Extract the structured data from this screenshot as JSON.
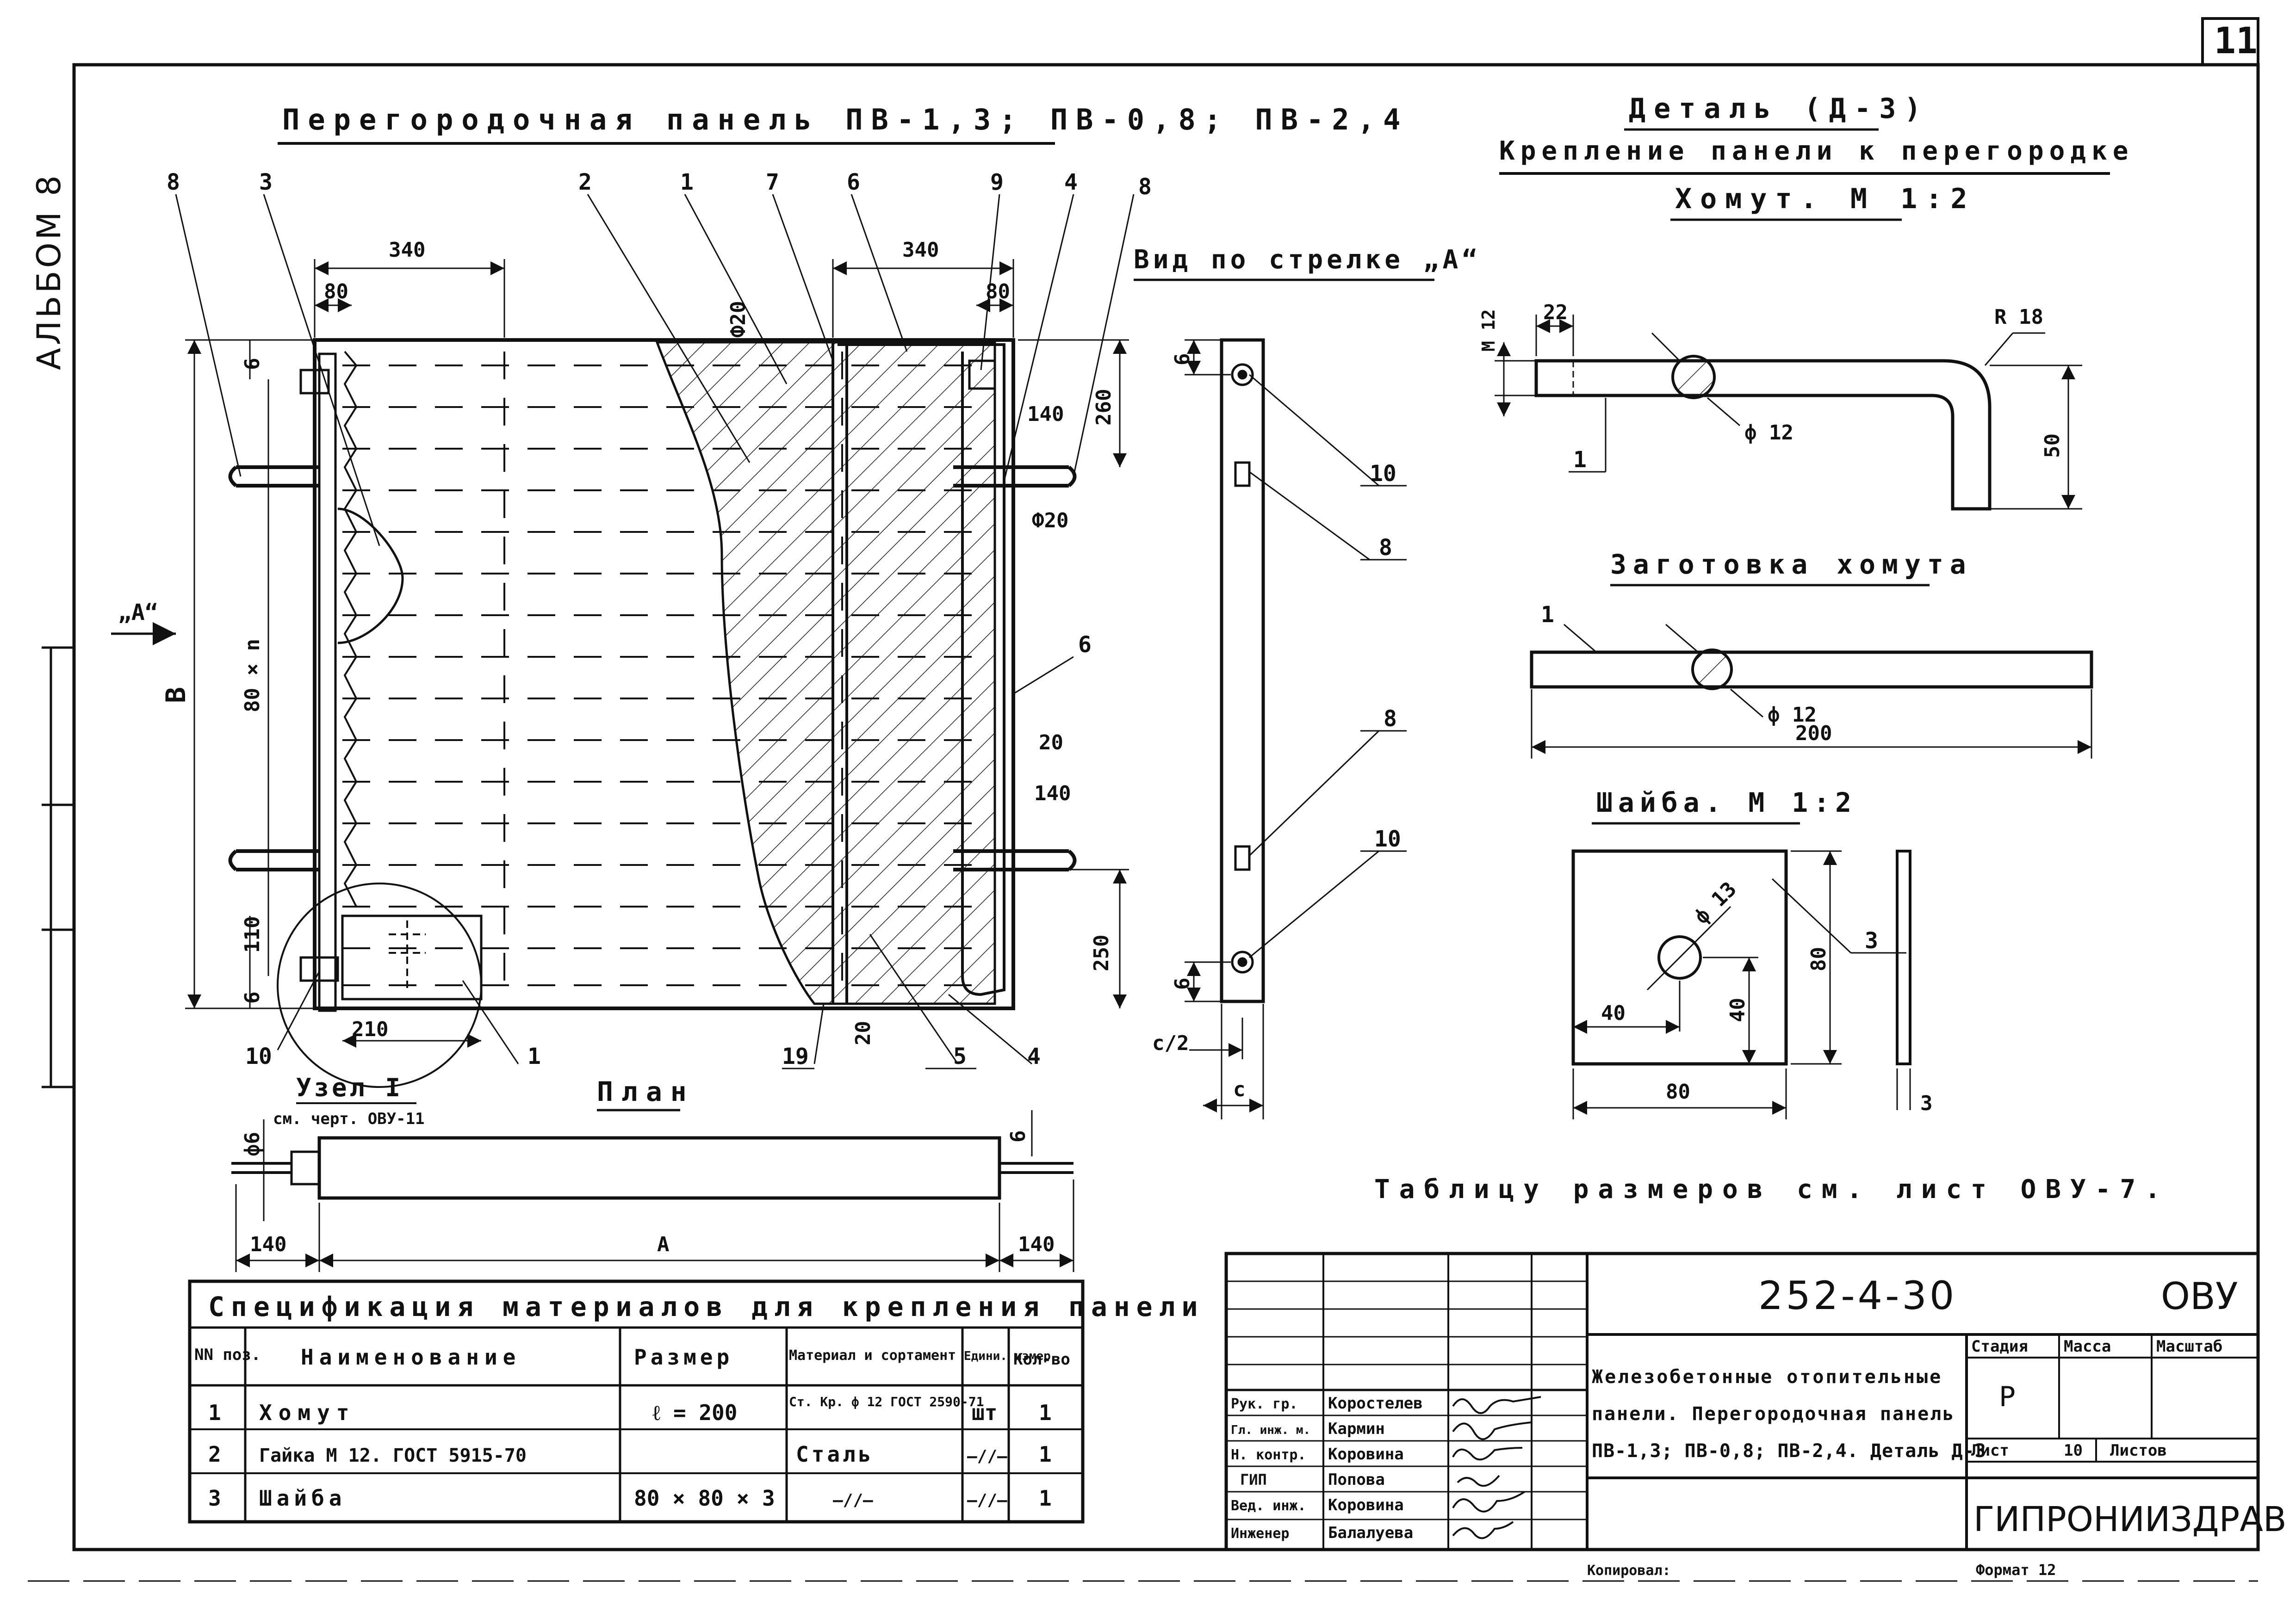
{
  "sheet": {
    "number": "11",
    "album": "АЛЬБОМ 8",
    "note_table": "Таблицу размеров см. лист ОВУ-7."
  },
  "panel": {
    "title": "Перегородочная панель ПВ-1,3; ПВ-0,8; ПВ-2,4",
    "plan_label": "План",
    "arrow_label": "„А“",
    "node_label": "Узел I",
    "node_ref": "см. черт. ОВУ-11",
    "callouts": [
      "8",
      "3",
      "2",
      "1",
      "7",
      "6",
      "9",
      "4",
      "8",
      "6",
      "10",
      "1",
      "19",
      "5",
      "4"
    ],
    "dims": {
      "d340_left": "340",
      "d80_left": "80",
      "d340_right": "340",
      "d80_right": "80",
      "phi20_top": "Ф20",
      "phi20_mid": "Ф20",
      "d140_top": "140",
      "d260": "260",
      "d20_mid": "20",
      "d140_bottom": "140",
      "d250": "250",
      "dB": "В",
      "d80xn": "80 × n",
      "d6_top": "6",
      "d110": "110",
      "d6_bottom": "6",
      "d210": "210",
      "d20_bottom": "20"
    }
  },
  "plan_view": {
    "d_phi6": "ф6",
    "d6": "6",
    "d140_left": "140",
    "dA": "А",
    "d140_right": "140"
  },
  "view_a": {
    "title": "Вид по стрелке „А“",
    "d6_top": "6",
    "d6_bottom": "6",
    "dc2": "с/2",
    "dc": "с",
    "callouts": [
      "10",
      "8",
      "8",
      "10"
    ]
  },
  "detail": {
    "title": "Деталь (Д-3)",
    "subtitle": "Крепление панели к перегородке",
    "clamp_title": "Хомут. М 1:2",
    "d_m12": "М 12",
    "d22": "22",
    "d_r18": "R 18",
    "d_phi12": "ф 12",
    "d50": "50",
    "callout": "1"
  },
  "blank": {
    "title": "Заготовка хомута",
    "callout": "1",
    "d_phi12": "ф 12",
    "d200": "200"
  },
  "washer": {
    "title": "Шайба. М 1:2",
    "d_phi13": "ф 13",
    "d40_h": "40",
    "d40_v": "40",
    "d80_v": "80",
    "d80_h": "80",
    "d3": "3",
    "callout": "3"
  },
  "spec": {
    "title": "Спецификация материалов для крепления панели",
    "headers": [
      "NN поз.",
      "Наименование",
      "Размер",
      "Материал и сортамент",
      "Едини. измер",
      "Кол-во"
    ],
    "rows": [
      [
        "1",
        "Хомут",
        "ℓ = 200",
        "Ст. Кр. ф 12 ГОСТ 2590-71",
        "шт",
        "1"
      ],
      [
        "2",
        "Гайка М 12. ГОСТ 5915-70",
        "",
        "Сталь",
        "—//—",
        "1"
      ],
      [
        "3",
        "Шайба",
        "80 × 80 × 3",
        "—//—",
        "—//—",
        "1"
      ]
    ]
  },
  "stamp": {
    "code": "252-4-30",
    "series": "ОВУ",
    "description": [
      "Железобетонные отопительные",
      "панели. Перегородочная панель",
      "ПВ-1,3; ПВ-0,8; ПВ-2,4. Деталь Д-3"
    ],
    "stage_label": "Стадия",
    "mass_label": "Масса",
    "scale_label": "Масштаб",
    "stage": "Р",
    "sheet_label": "Лист",
    "sheet_no": "10",
    "sheets_label": "Листов",
    "org": "ГИПРОНИИЗДРАВ",
    "people": [
      [
        "Рук. гр.",
        "Коростелев"
      ],
      [
        "Гл. инж. м.",
        "Кармин"
      ],
      [
        "Н. контр.",
        "Коровина"
      ],
      [
        "ГИП",
        "Попова"
      ],
      [
        "Вед. инж.",
        "Коровина"
      ],
      [
        "Инженер",
        "Балалуева"
      ]
    ],
    "copied": "Копировал:",
    "format": "Формат 12"
  }
}
